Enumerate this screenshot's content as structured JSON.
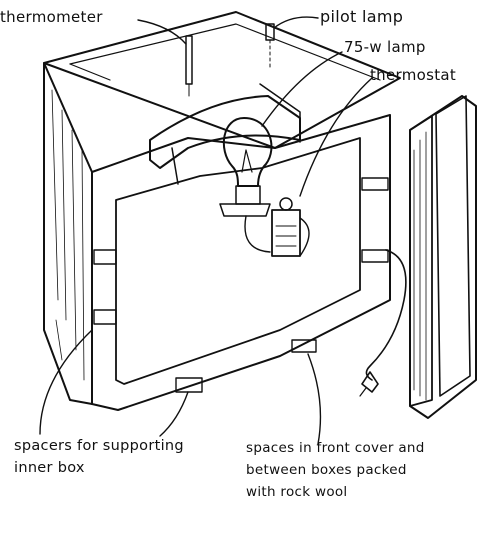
{
  "labels": {
    "thermometer": "thermometer",
    "pilot_lamp": "pilot lamp",
    "lamp_75w": "75-w lamp",
    "thermostat": "thermostat",
    "spacers_line1": "spacers for supporting",
    "spacers_line2": "inner box",
    "spaces_line1": "spaces in front cover and",
    "spaces_line2": "between boxes packed",
    "spaces_line3": "with rock wool"
  }
}
